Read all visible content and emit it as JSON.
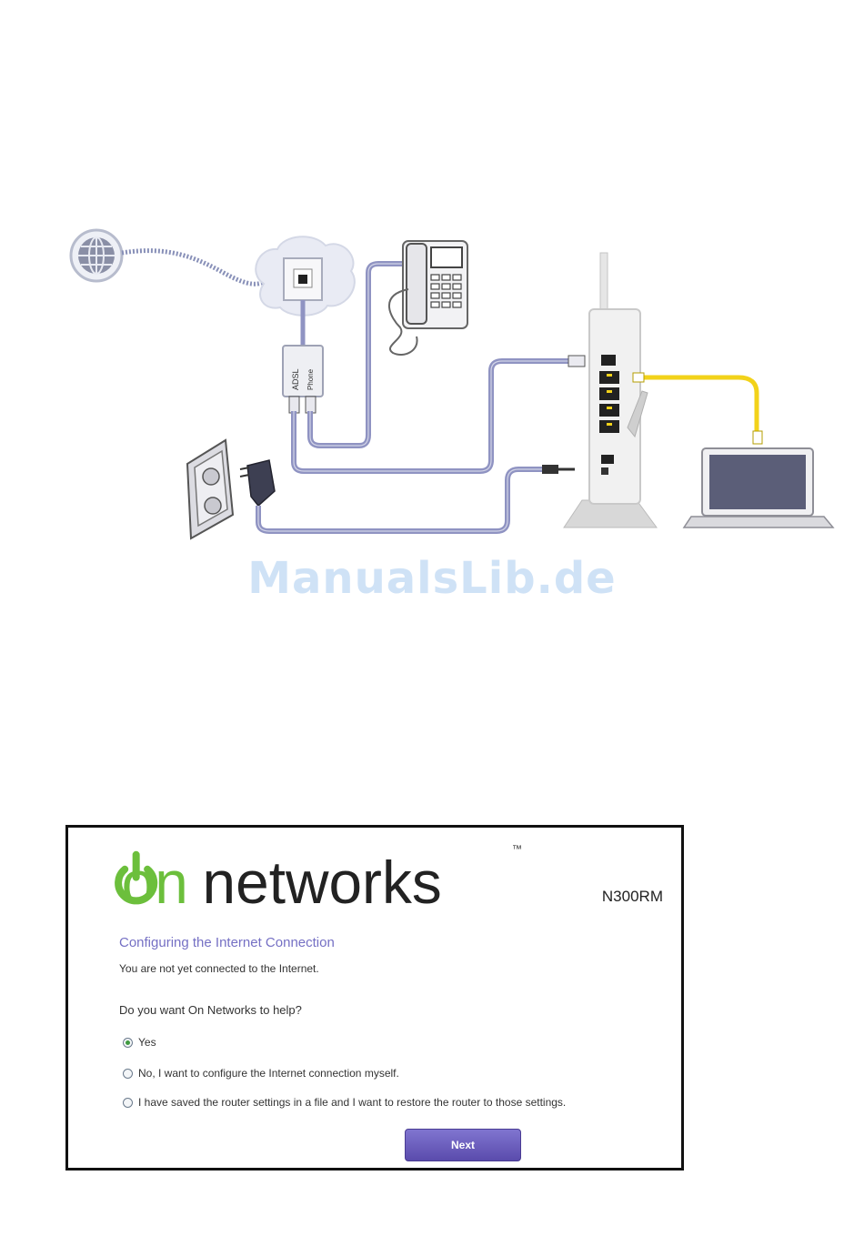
{
  "diagram": {
    "splitter_ports": [
      "ADSL",
      "Phone"
    ]
  },
  "watermark": "ManualsLib.de",
  "wizard": {
    "logo_on": "on",
    "logo_word": "networks",
    "logo_tm": "™",
    "model": "N300RM",
    "title": "Configuring the Internet Connection",
    "status": "You are not yet connected to the Internet.",
    "question": "Do you want On Networks to help?",
    "options": [
      {
        "label": "Yes",
        "selected": true
      },
      {
        "label": "No, I want to configure the Internet connection myself.",
        "selected": false
      },
      {
        "label": "I have saved the router settings in a file and I want to restore the router to those settings.",
        "selected": false
      }
    ],
    "next_label": "Next",
    "colors": {
      "title": "#7570c4",
      "button": "#6a5cbf",
      "logo_green": "#6cbf3c",
      "cable_yellow": "#f2d21a",
      "cable_purple": "#8f93c2"
    }
  }
}
